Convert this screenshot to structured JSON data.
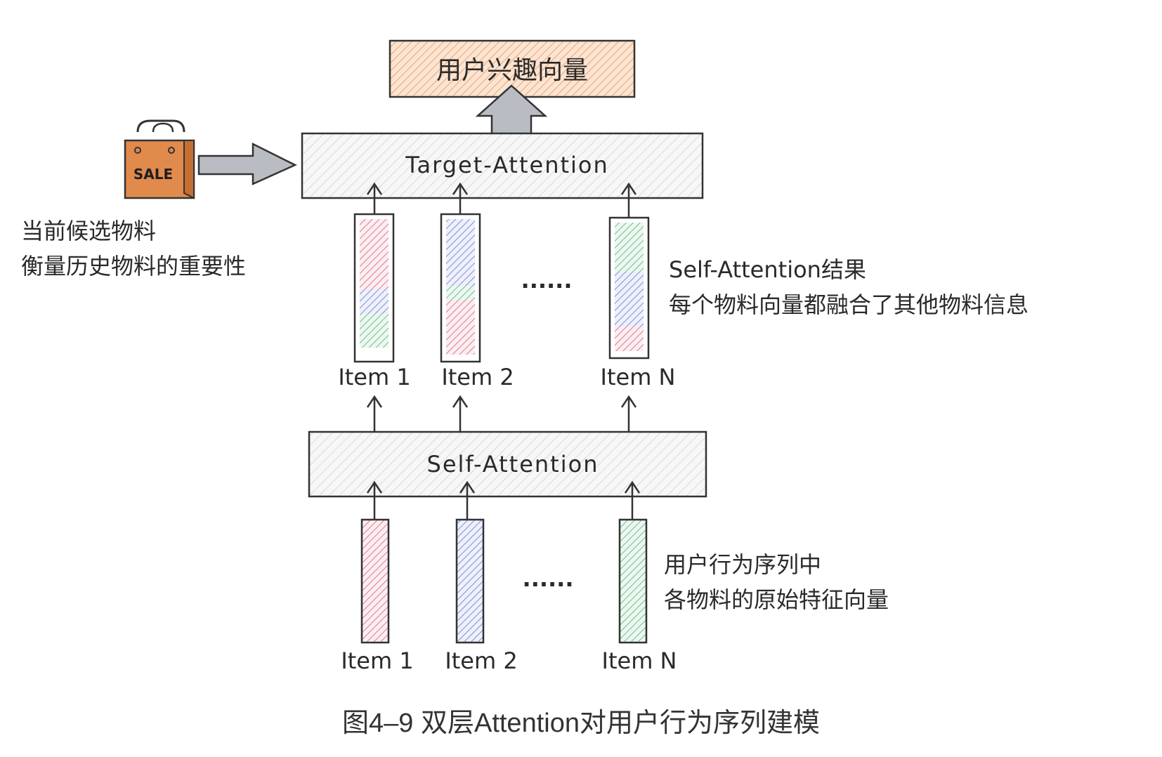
{
  "top_box": {
    "label": "用户兴趣向量",
    "color": "#f0a46e"
  },
  "target_attention": {
    "label": "Target-Attention"
  },
  "self_attention": {
    "label": "Self-Attention"
  },
  "candidate": {
    "bag_label": "SALE",
    "bag_color": "#e08a4c",
    "note_line1": "当前候选物料",
    "note_line2": "衡量历史物料的重要性"
  },
  "upper_items": {
    "labels": [
      "Item 1",
      "Item 2",
      "Item N"
    ],
    "ellipsis": "......",
    "note_line1": "Self-Attention结果",
    "note_line2": "每个物料向量都融合了其他物料信息"
  },
  "lower_items": {
    "labels": [
      "Item 1",
      "Item 2",
      "Item N"
    ],
    "ellipsis": "......",
    "note_line1": "用户行为序列中",
    "note_line2": "各物料的原始特征向量"
  },
  "colors": {
    "red": "#e07a8f",
    "blue": "#7f8fd6",
    "green": "#6fbf8f",
    "hatch": "#c8c8c8"
  },
  "caption": "图4–9 双层Attention对用户行为序列建模"
}
